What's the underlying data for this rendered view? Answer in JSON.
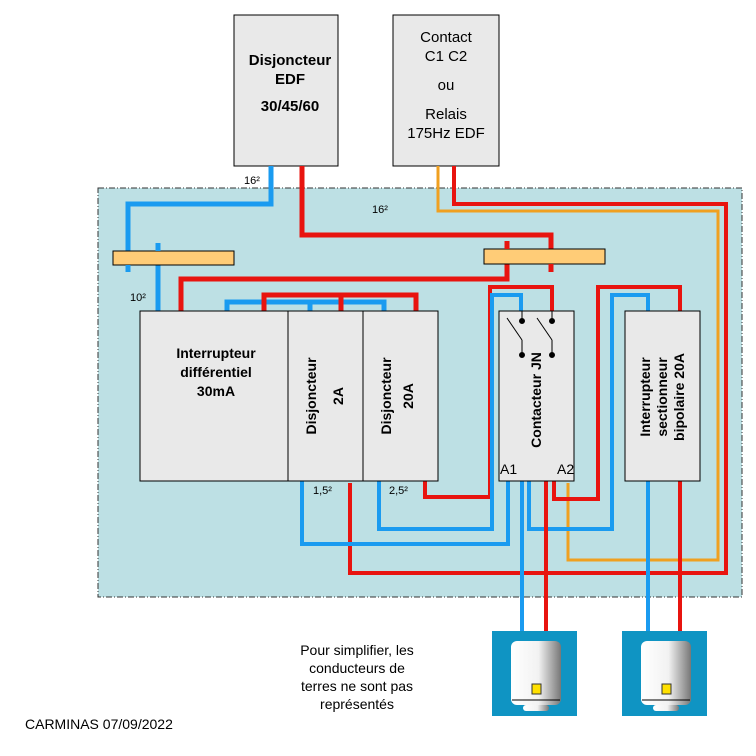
{
  "colors": {
    "phase": "#e8140f",
    "neutral": "#1a9bf0",
    "control": "#f0a020",
    "panel_bg": "#bde0e4",
    "module_bg": "#e9e9e9",
    "busbar": "#ffcc77",
    "heater_bg": "#0f94c3",
    "heater_light": "#ffe000"
  },
  "edf_breaker": {
    "title_line1": "Disjoncteur",
    "title_line2": "EDF",
    "rating": "30/45/60"
  },
  "contact_box": {
    "line1": "Contact",
    "line2": "C1 C2",
    "line3": "ou",
    "line4": "Relais",
    "line5": "175Hz EDF"
  },
  "labels": {
    "cable_16_left": "16²",
    "cable_16_panel": "16²",
    "cable_10": "10²",
    "cable_1_5": "1,5²",
    "cable_2_5": "2,5²",
    "terminal_a1": "A1",
    "terminal_a2": "A2"
  },
  "modules": {
    "differential": {
      "line1": "Interrupteur",
      "line2": "différentiel",
      "line3": "30mA"
    },
    "breaker_2a": {
      "line1": "Disjoncteur",
      "line2": "2A"
    },
    "breaker_20a": {
      "line1": "Disjoncteur",
      "line2": "20A"
    },
    "contactor": {
      "label": "Contacteur JN"
    },
    "isolator": {
      "line1": "Interrupteur",
      "line2": "sectionneur",
      "line3": "bipolaire 20A"
    }
  },
  "note": {
    "line1": "Pour simplifier, les",
    "line2": "conducteurs  de",
    "line3": "terres ne sont pas",
    "line4": "représentés"
  },
  "footer": {
    "author_date": "CARMINAS 07/09/2022"
  }
}
